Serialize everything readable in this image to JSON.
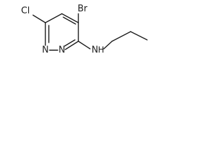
{
  "molecule": {
    "atoms": {
      "chlorine": "Cl",
      "bromine": "Br",
      "ring_n1": "N",
      "ring_n2": "N",
      "amine_n": "N",
      "amine_h": "H"
    }
  },
  "colors": {
    "ink": "#1a1a1a",
    "background": "#ffffff"
  }
}
